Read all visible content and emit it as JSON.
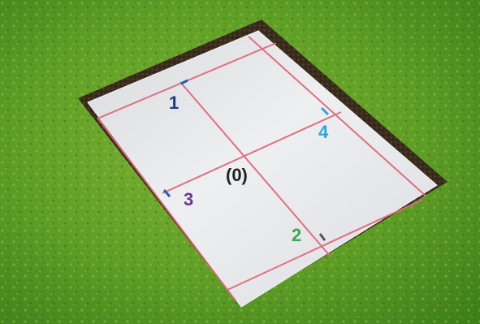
{
  "colors": {
    "grass_dark": "#3f7f1a",
    "grass_mid": "#5f9e26",
    "grass_light": "#8bbf3a",
    "soil_dark": "#2e2417",
    "soil_light": "#4b3a27",
    "floor": "#e6e7ea",
    "floor_shade": "#cfd1d6",
    "grid_line": "#e06a7a",
    "label_1": "#1f3c88",
    "label_2": "#3aa84a",
    "label_3": "#6a3a8f",
    "label_4": "#29a8dc",
    "label_0": "#222222"
  },
  "labels": {
    "one": "1",
    "two": "2",
    "three": "3",
    "four": "4",
    "center": "(0)"
  }
}
